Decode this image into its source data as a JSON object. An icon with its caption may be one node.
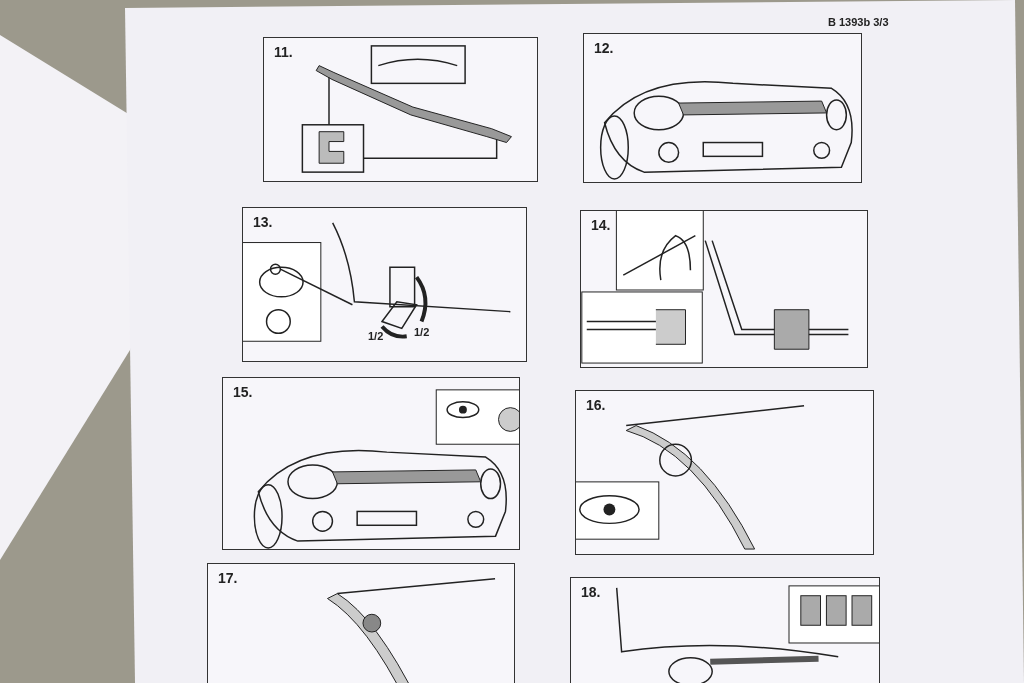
{
  "diagram": {
    "nodes": [
      {
        "text": [
          "11."
        ]
      },
      {
        "text": [
          "12."
        ]
      },
      {
        "text": [
          "13."
        ]
      },
      {
        "text": [
          "14."
        ]
      },
      {
        "text": [
          "15."
        ]
      },
      {
        "text": [
          "16."
        ]
      },
      {
        "text": [
          "17."
        ]
      },
      {
        "text": [
          "18."
        ]
      }
    ],
    "labels": [
      "B 1393b 3/3",
      "1/2",
      "1/2"
    ]
  }
}
